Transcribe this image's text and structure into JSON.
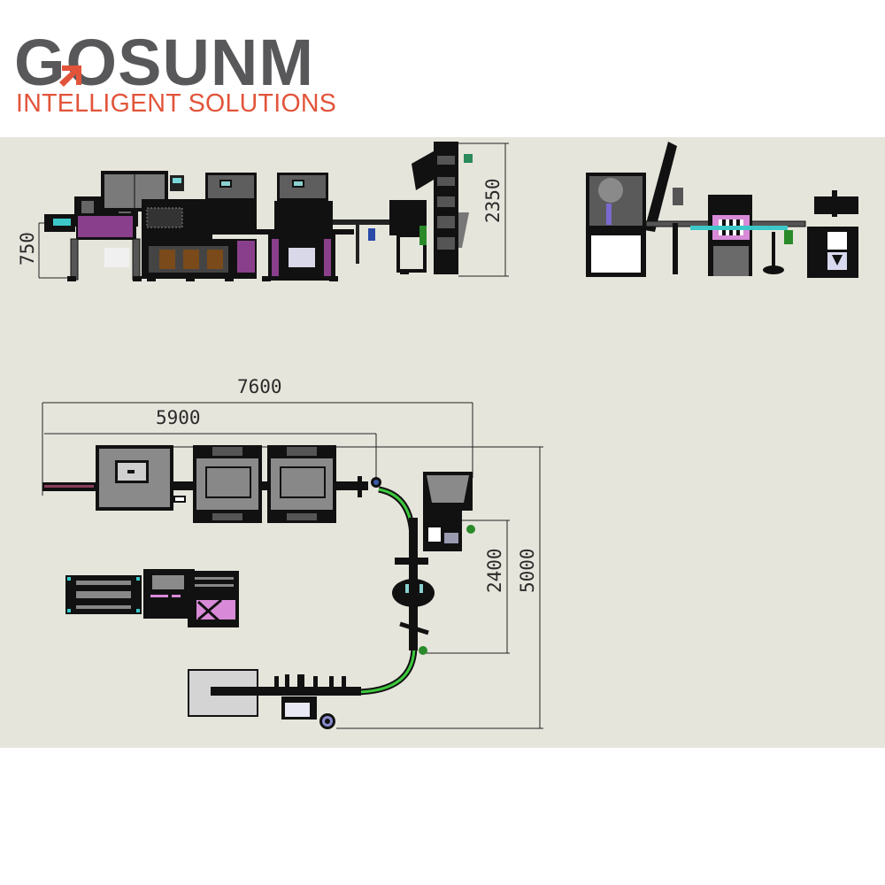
{
  "brand": {
    "name": "GOSUNM",
    "tagline": "INTELLIGENT SOLUTIONS",
    "primary_color": "#58585a",
    "accent_color": "#e2543a"
  },
  "drawing": {
    "background_color": "#e6e5dc",
    "elevation_views": {
      "left_line": {
        "dimensions": {
          "height_750": "750",
          "height_2350": "2350"
        }
      },
      "right_line": {}
    },
    "plan_view": {
      "dimensions": {
        "overall_length": "7600",
        "partial_length": "5900",
        "overall_width": "5000",
        "inner_width": "2400"
      },
      "conveyor_color": "#3cc83c"
    },
    "machine_colors": {
      "purple_panel": "#8a3f8c",
      "cyan_detail": "#3cc8c8",
      "brown_detail": "#7a4a1a",
      "grey_body": "#888888",
      "light_panel": "#d4d4d4",
      "pink_panel": "#d88ad8",
      "green_part": "#2a8a2a"
    }
  }
}
